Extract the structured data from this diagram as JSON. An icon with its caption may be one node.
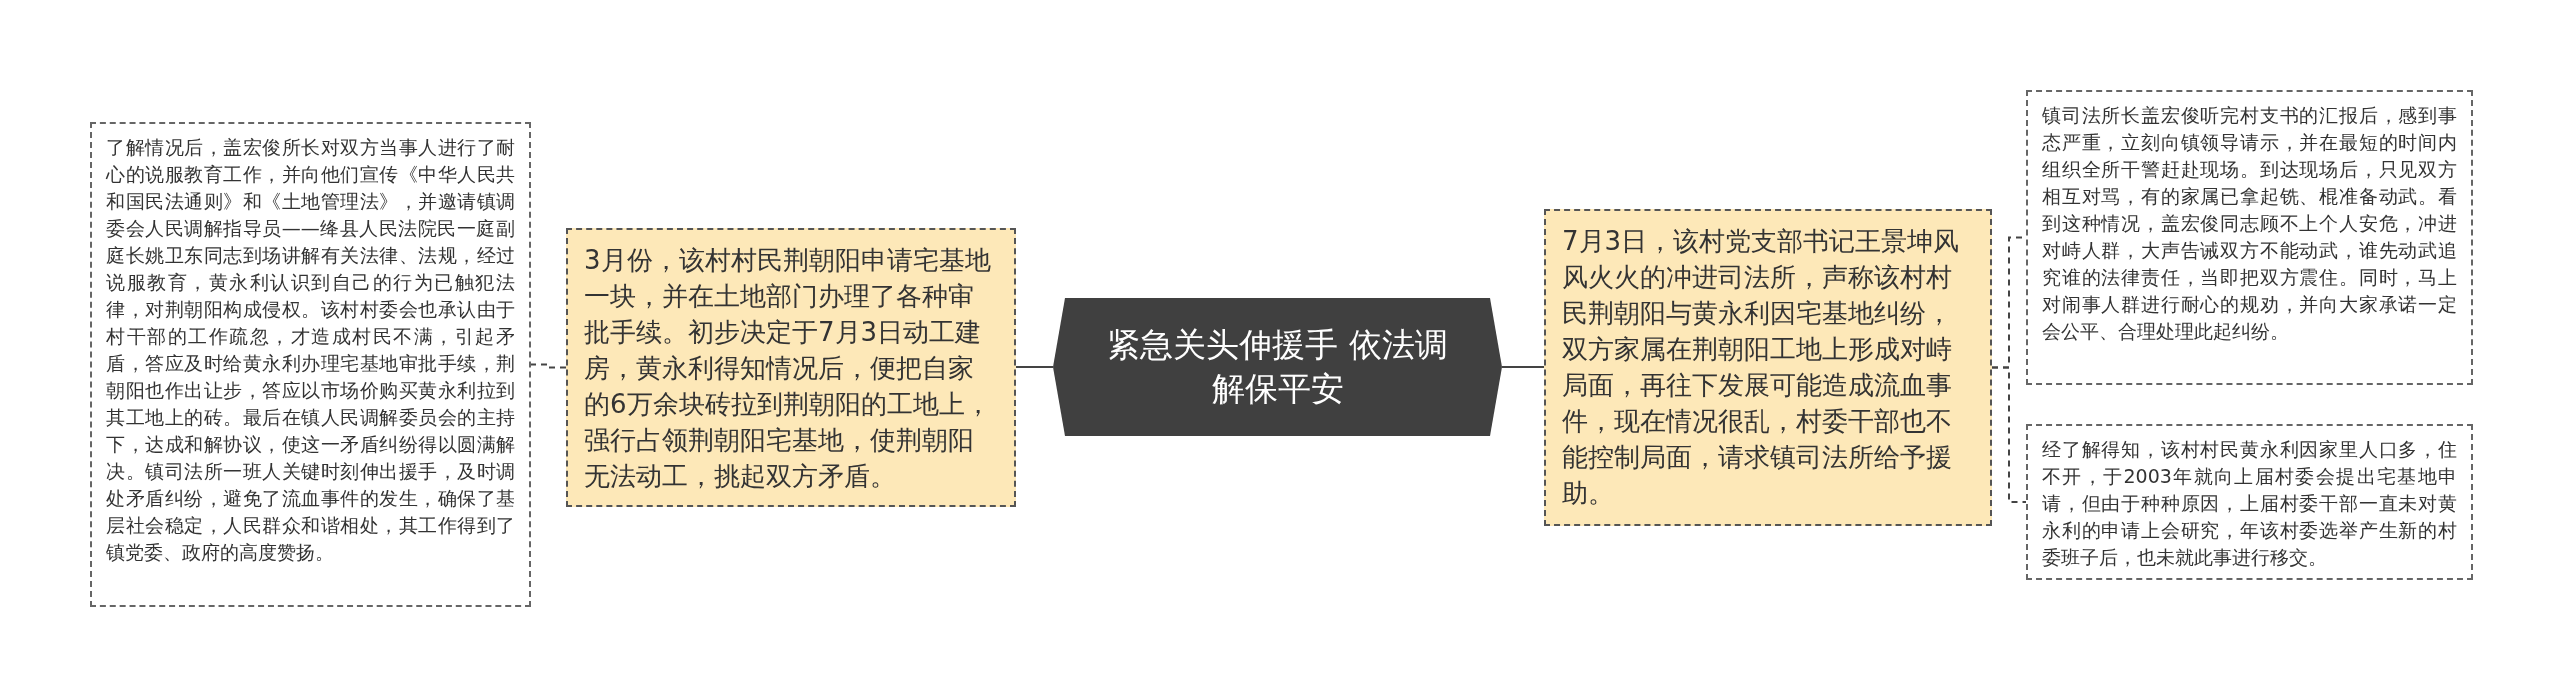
{
  "diagram": {
    "nodes": [
      {
        "text": [
          "紧急关头伸援手 依法调解保平安"
        ]
      },
      {
        "text": [
          "3月份，该村村民荆朝阳申请宅基地一块，并在土地部门办理了各种审批手续。初步决定于7月3日动工建房，黄永利得知情况后，便把自家的6万余块砖拉到荆朝阳的工地上，强行占领荆朝阳宅基地，使荆朝阳无法动工，挑起双方矛盾。"
        ]
      },
      {
        "text": [
          "了解情况后，盖宏俊所长对双方当事人进行了耐心的说服教育工作，并向他们宣传《中华人民共和国民法通则》和《土地管理法》，并邀请镇调委会人民调解指导员——绛县人民法院民一庭副庭长姚卫东同志到场讲解有关法律、法规，经过说服教育，黄永利认识到自己的行为已触犯法律，对荆朝阳构成侵权。该村村委会也承认由于村干部的工作疏忽，才造成村民不满，引起矛盾，答应及时给黄永利办理宅基地审批手续，荆朝阳也作出让步，答应以市场价购买黄永利拉到其工地上的砖。最后在镇人民调解委员会的主持下，达成和解协议，使这一矛盾纠纷得以圆满解决。镇司法所一班人关键时刻伸出援手，及时调处矛盾纠纷，避免了流血事件的发生，确保了基层社会稳定，人民群众和谐相处，其工作得到了镇党委、政府的高度赞扬。"
        ]
      },
      {
        "text": [
          "7月3日，该村党支部书记王景坤风风火火的冲进司法所，声称该村村民荆朝阳与黄永利因宅基地纠纷，双方家属在荆朝阳工地上形成对峙局面，再往下发展可能造成流血事件，现在情况很乱，村委干部也不能控制局面，请求镇司法所给予援助。"
        ]
      },
      {
        "text": [
          "镇司法所长盖宏俊听完村支书的汇报后，感到事态严重，立刻向镇领导请示，并在最短的时间内组织全所干警赶赴现场。到达现场后，只见双方相互对骂，有的家属已拿起铣、棍准备动武。看到这种情况，盖宏俊同志顾不上个人安危，冲进对峙人群，大声告诫双方不能动武，谁先动武追究谁的法律责任，当即把双方震住。同时，马上对闹事人群进行耐心的规劝，并向大家承诺一定会公平、合理处理此起纠纷。"
        ]
      },
      {
        "text": [
          "经了解得知，该村村民黄永利因家里人口多，住不开，于2003年就向上届村委会提出宅基地申请，但由于种种原因，上届村委干部一直未对黄永利的申请上会研究，年该村委选举产生新的村委班子后，也未就此事进行移交。"
        ]
      }
    ],
    "edges": [
      {
        "from": 0,
        "to": 1,
        "arrow": "none"
      },
      {
        "from": 1,
        "to": 2,
        "arrow": "none",
        "style": "dashed"
      },
      {
        "from": 0,
        "to": 3,
        "arrow": "none"
      },
      {
        "from": 3,
        "to": 4,
        "arrow": "none",
        "style": "dashed"
      },
      {
        "from": 3,
        "to": 5,
        "arrow": "none",
        "style": "dashed"
      }
    ]
  }
}
